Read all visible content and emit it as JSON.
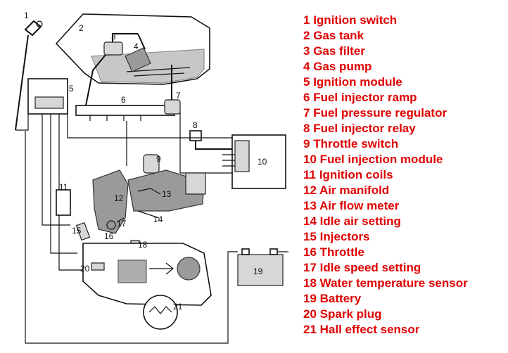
{
  "legend": [
    {
      "num": "1",
      "label": "Ignition switch"
    },
    {
      "num": "2",
      "label": "Gas tank"
    },
    {
      "num": "3",
      "label": "Gas filter"
    },
    {
      "num": "4",
      "label": "Gas pump"
    },
    {
      "num": "5",
      "label": "Ignition module"
    },
    {
      "num": "6",
      "label": "Fuel injector ramp"
    },
    {
      "num": "7",
      "label": "Fuel pressure regulator"
    },
    {
      "num": "8",
      "label": "Fuel injector relay"
    },
    {
      "num": "9",
      "label": "Throttle switch"
    },
    {
      "num": "10",
      "label": "Fuel injection module"
    },
    {
      "num": "11",
      "label": "Ignition coils"
    },
    {
      "num": "12",
      "label": "Air manifold"
    },
    {
      "num": "13",
      "label": "Air flow meter"
    },
    {
      "num": "14",
      "label": "Idle air setting"
    },
    {
      "num": "15",
      "label": "Injectors"
    },
    {
      "num": "16",
      "label": "Throttle"
    },
    {
      "num": "17",
      "label": "Idle speed setting"
    },
    {
      "num": "18",
      "label": "Water temperature sensor"
    },
    {
      "num": "19",
      "label": "Battery"
    },
    {
      "num": "20",
      "label": "Spark plug"
    },
    {
      "num": "21",
      "label": "Hall effect sensor"
    }
  ],
  "callouts": [
    "1",
    "2",
    "3",
    "4",
    "5",
    "6",
    "7",
    "8",
    "9",
    "10",
    "11",
    "12",
    "13",
    "14",
    "15",
    "16",
    "17",
    "18",
    "19",
    "20",
    "21"
  ],
  "colors": {
    "legend_text": "#e00000",
    "line": "#111111",
    "shade": "#9a9a9a"
  }
}
